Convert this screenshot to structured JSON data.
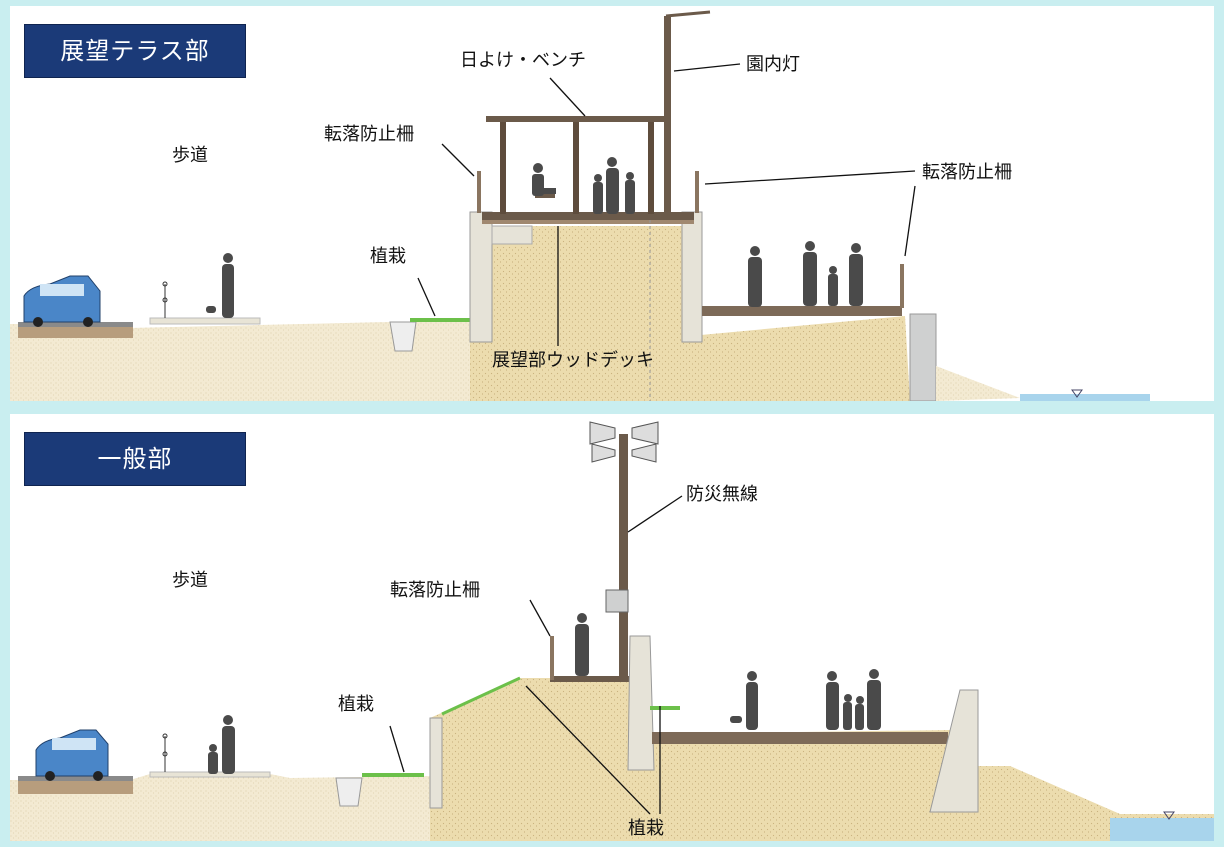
{
  "top": {
    "title": "展望テラス部",
    "labels": {
      "sidewalk": "歩道",
      "shade_bench": "日よけ・ベンチ",
      "park_light": "園内灯",
      "fall_fence_left": "転落防止柵",
      "fall_fence_right": "転落防止柵",
      "planting": "植栽",
      "wood_deck": "展望部ウッドデッキ"
    }
  },
  "bottom": {
    "title": "一般部",
    "labels": {
      "sidewalk": "歩道",
      "disaster_radio": "防災無線",
      "fall_fence": "転落防止柵",
      "planting_left": "植栽",
      "planting_bottom": "植栽"
    }
  },
  "colors": {
    "background": "#c9eef0",
    "title_box": "#1b3a78",
    "soil": "#e9d6a6",
    "concrete": "#e6e3d8",
    "timber": "#6b5a4a",
    "water": "#a8d4ec",
    "car": "#4a86c8",
    "planting": "#6cc04a"
  }
}
